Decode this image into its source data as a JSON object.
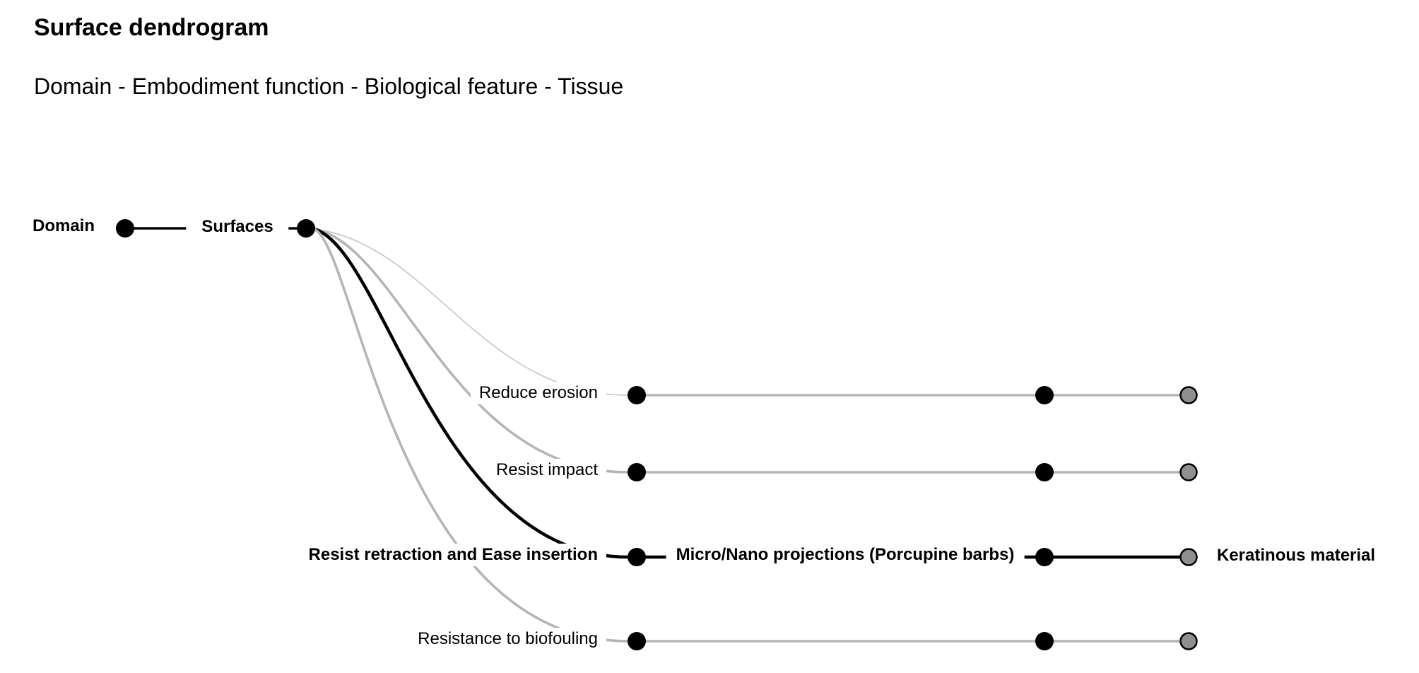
{
  "title": "Surface dendrogram",
  "legend": "Domain - Embodiment function - Biological feature - Tissue",
  "colors": {
    "background": "#ffffff",
    "text": "#000000",
    "gray_line": "#b5b5b5",
    "light_line": "#c9c9c9",
    "black_line": "#000000",
    "node_fill": "#000000",
    "leaf_fill": "#8f8f8f",
    "leaf_stroke": "#000000"
  },
  "tree": {
    "domain": "Domain",
    "group": "Surfaces",
    "functions": [
      {
        "label": "Reduce erosion",
        "emphasized": false,
        "biological_feature": "",
        "tissue": ""
      },
      {
        "label": "Resist impact",
        "emphasized": false,
        "biological_feature": "",
        "tissue": ""
      },
      {
        "label": "Resist retraction and Ease insertion",
        "emphasized": true,
        "biological_feature": "Micro/Nano projections (Porcupine barbs)",
        "tissue": "Keratinous material"
      },
      {
        "label": "Resistance to biofouling",
        "emphasized": false,
        "biological_feature": "",
        "tissue": ""
      }
    ]
  }
}
